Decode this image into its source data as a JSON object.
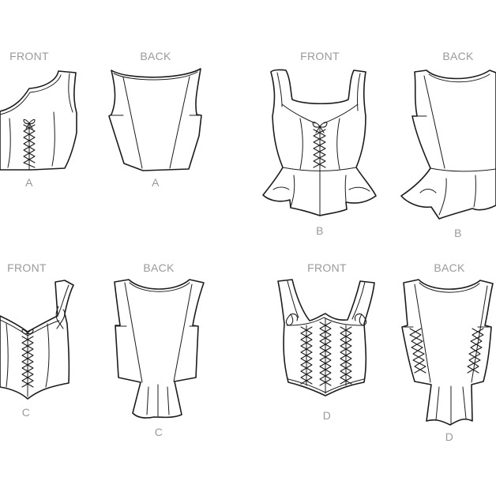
{
  "views": [
    {
      "id": "a-front",
      "view": "FRONT",
      "view_label": "FRONT",
      "variant_label": "A"
    },
    {
      "id": "a-back",
      "view": "BACK",
      "view_label": "BACK",
      "variant_label": "A"
    },
    {
      "id": "b-front",
      "view": "FRONT",
      "view_label": "FRONT",
      "variant_label": "B"
    },
    {
      "id": "b-back",
      "view": "BACK",
      "view_label": "BACK",
      "variant_label": "B"
    },
    {
      "id": "c-front",
      "view": "FRONT",
      "view_label": "FRONT",
      "variant_label": "C"
    },
    {
      "id": "c-back",
      "view": "BACK",
      "view_label": "BACK",
      "variant_label": "C"
    },
    {
      "id": "d-front",
      "view": "FRONT",
      "view_label": "FRONT",
      "variant_label": "D"
    },
    {
      "id": "d-back",
      "view": "BACK",
      "view_label": "BACK",
      "variant_label": "D"
    }
  ],
  "colors": {
    "line": "#1c1c1c",
    "label": "#9a9a9a",
    "background": "#ffffff"
  }
}
